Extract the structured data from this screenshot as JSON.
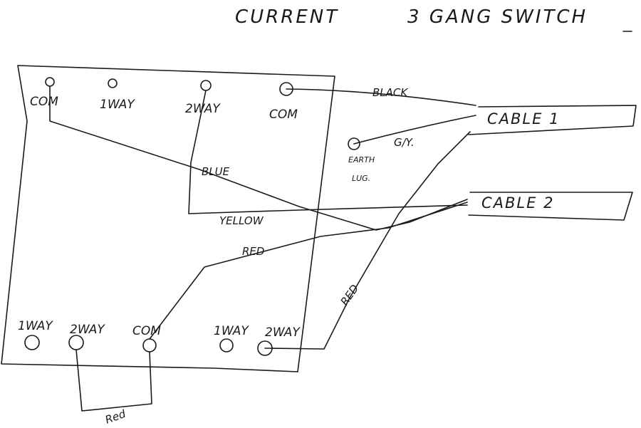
{
  "title": {
    "left": "CURRENT",
    "right": "3 GANG SWITCH"
  },
  "terminals": {
    "top_com_left": "COM",
    "top_1way": "1WAY",
    "top_2way": "2WAY",
    "top_com_right": "COM",
    "bottom_1way_left": "1WAY",
    "bottom_2way_left": "2WAY",
    "bottom_com": "COM",
    "bottom_1way_right": "1WAY",
    "bottom_2way_right": "2WAY"
  },
  "earth_lug": {
    "line1": "EARTH",
    "line2": "LUG."
  },
  "cables": {
    "cable1": "CABLE 1",
    "cable2": "CABLE 2"
  },
  "wires": {
    "black": "BLACK",
    "green_yellow": "G/Y.",
    "blue": "BLUE",
    "yellow": "YELLOW",
    "red_upper": "RED",
    "red_lower": "RED",
    "red_bottom": "Red"
  }
}
